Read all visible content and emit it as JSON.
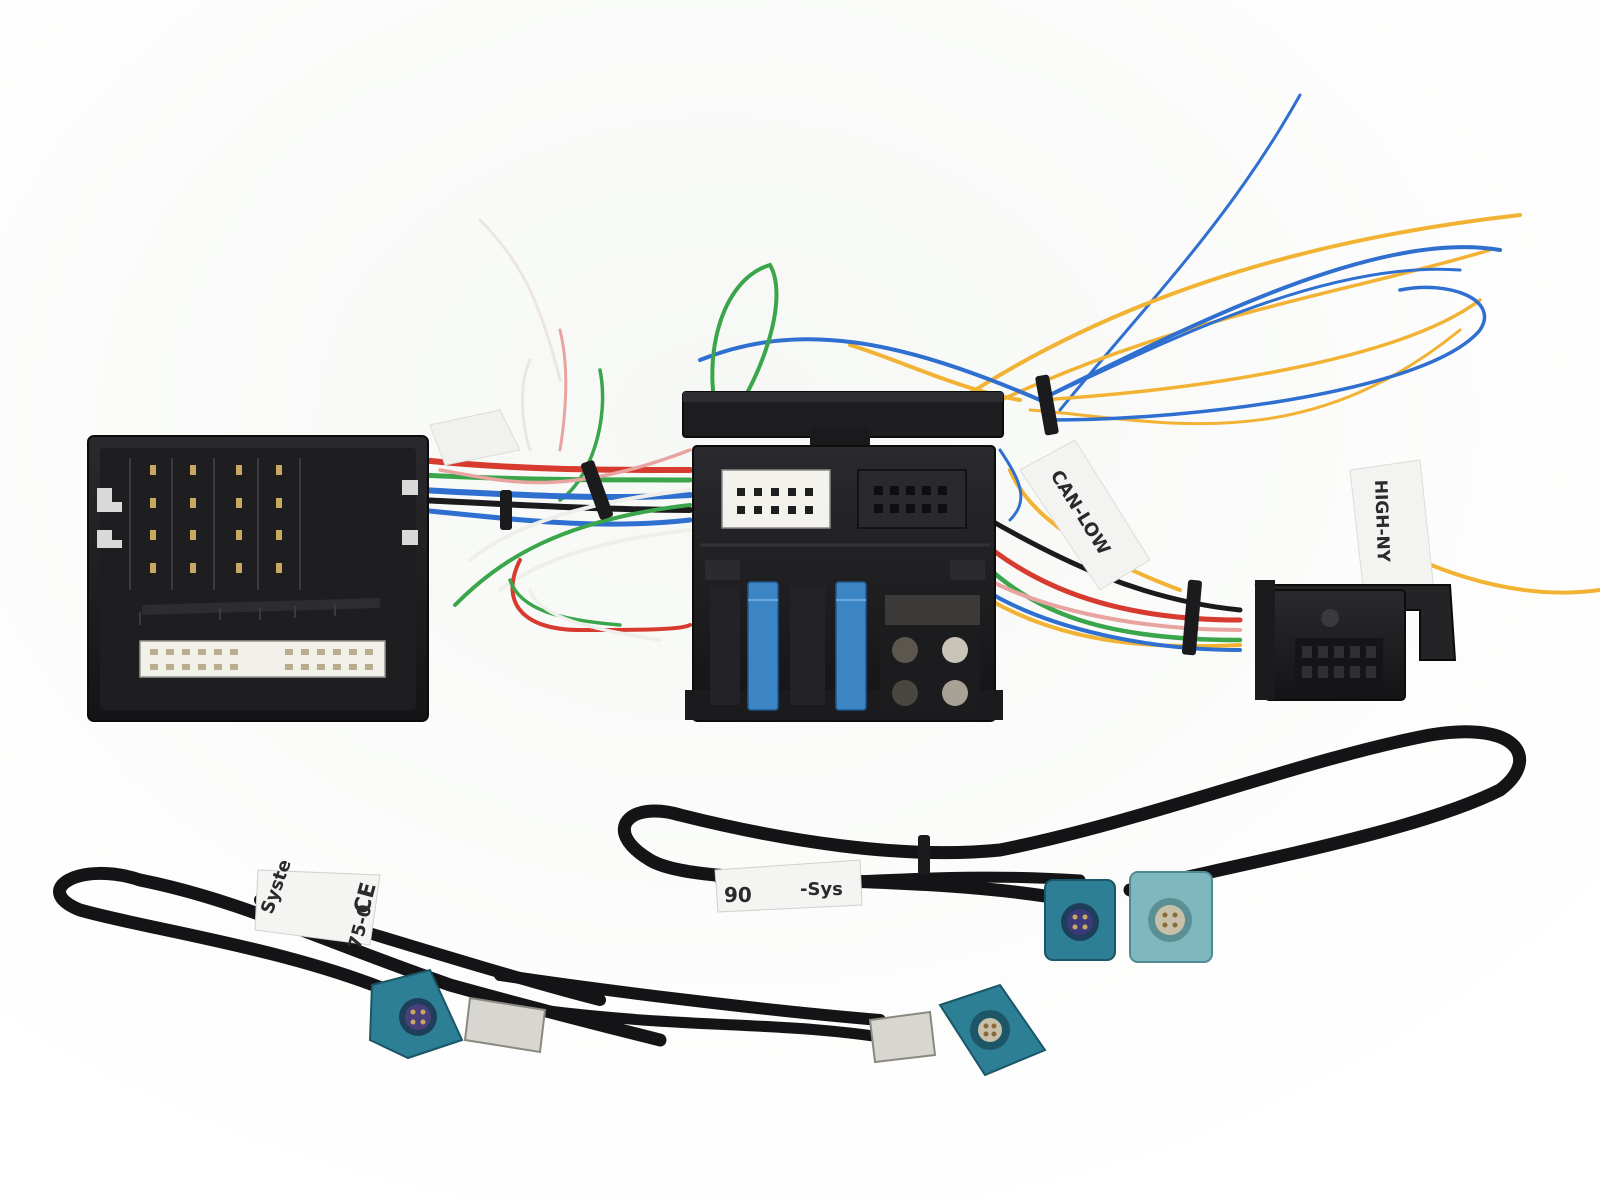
{
  "labels": {
    "can_low": "CAN-LOW",
    "can_high_partial": "HIGH-NY",
    "cable_tag_1": "Syste",
    "cable_tag_2": "-Sys",
    "ce_mark": "CE",
    "cable_code": "75-0",
    "cable_code_2": "90"
  },
  "colors": {
    "background": "#ffffff",
    "connector_black": "#1b1b1e",
    "connector_white": "#f2f0ea",
    "blue_lock": "#3d86c6",
    "fakra_blue": "#2c7f95",
    "fakra_light": "#7fb7bf",
    "wire_blue": "#2f6fd0",
    "wire_yellow": "#f2b233",
    "wire_green": "#3aa54a",
    "wire_red": "#d73a2e",
    "wire_pink": "#e9a3a0",
    "wire_white": "#eeeeea"
  }
}
